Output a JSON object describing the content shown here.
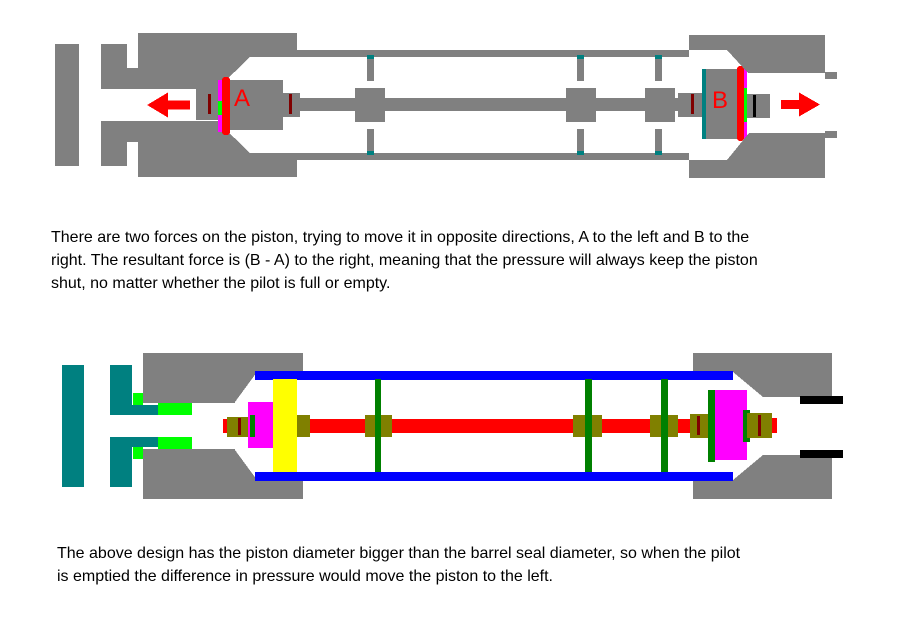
{
  "palette": {
    "gray": "#808080",
    "red": "#ff0000",
    "dark_red": "#800000",
    "magenta": "#ff00ff",
    "green": "#00ff00",
    "dark_green": "#008000",
    "teal": "#008080",
    "blue": "#0000ff",
    "yellow": "#ffff00",
    "olive": "#808000",
    "black": "#000000",
    "text": "#000000",
    "background": "#ffffff"
  },
  "diagram_top": {
    "label_a": "A",
    "label_b": "B"
  },
  "paragraph1": {
    "lines": [
      "There are two forces on the piston, trying to move it in opposite directions, A to the left and B to the",
      "right.  The resultant force is (B - A) to the right, meaning that the pressure will always keep the piston",
      "shut, no matter whether the pilot is full or empty."
    ]
  },
  "paragraph2": {
    "lines": [
      "The above design has the piston diameter bigger than the barrel seal diameter, so when the pilot",
      "is emptied the difference in pressure would move the piston to the left."
    ]
  }
}
